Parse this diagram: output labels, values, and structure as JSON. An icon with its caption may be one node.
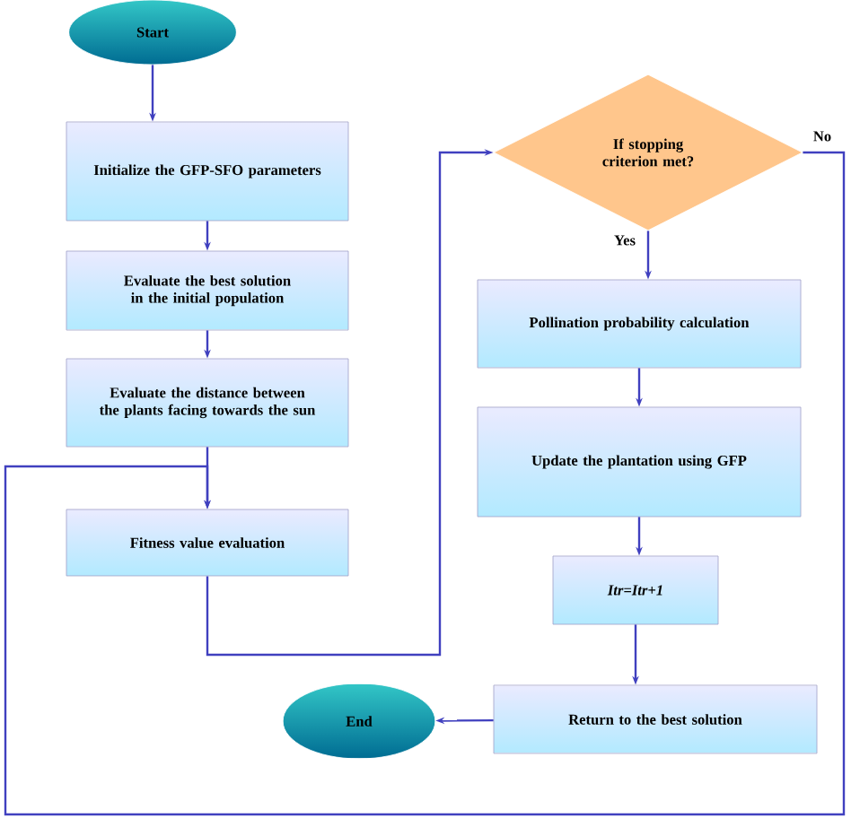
{
  "diagram": {
    "nodes": [
      {
        "text": [
          "Start"
        ]
      },
      {
        "text": [
          "Initialize the GFP-SFO parameters"
        ]
      },
      {
        "text": [
          "Evaluate the best solution in the initial population"
        ]
      },
      {
        "text": [
          "Evaluate the distance between the plants facing towards the sun"
        ]
      },
      {
        "text": [
          "Fitness value evaluation"
        ]
      },
      {
        "text": [
          "If stopping criterion met?"
        ]
      },
      {
        "text": [
          "Pollination probability calculation"
        ]
      },
      {
        "text": [
          "Update the plantation using GFP"
        ]
      },
      {
        "text": [
          "Itr=Itr+1"
        ]
      },
      {
        "text": [
          "Return to the best solution"
        ]
      },
      {
        "text": [
          "End"
        ]
      }
    ],
    "edges": [
      {
        "from": 0,
        "to": 1,
        "arrow": "to"
      },
      {
        "from": 1,
        "to": 2,
        "arrow": "to"
      },
      {
        "from": 2,
        "to": 3,
        "arrow": "to"
      },
      {
        "from": 3,
        "to": 4,
        "arrow": "to"
      },
      {
        "from": 4,
        "to": 5,
        "arrow": "to"
      },
      {
        "from": 5,
        "to": 6,
        "arrow": "to",
        "label": "Yes"
      },
      {
        "from": 6,
        "to": 7,
        "arrow": "to"
      },
      {
        "from": 7,
        "to": 8,
        "arrow": "to"
      },
      {
        "from": 8,
        "to": 9,
        "arrow": "to"
      },
      {
        "from": 9,
        "to": 10,
        "arrow": "to"
      },
      {
        "from": 5,
        "to": 4,
        "arrow": "to",
        "label": "No"
      }
    ]
  }
}
